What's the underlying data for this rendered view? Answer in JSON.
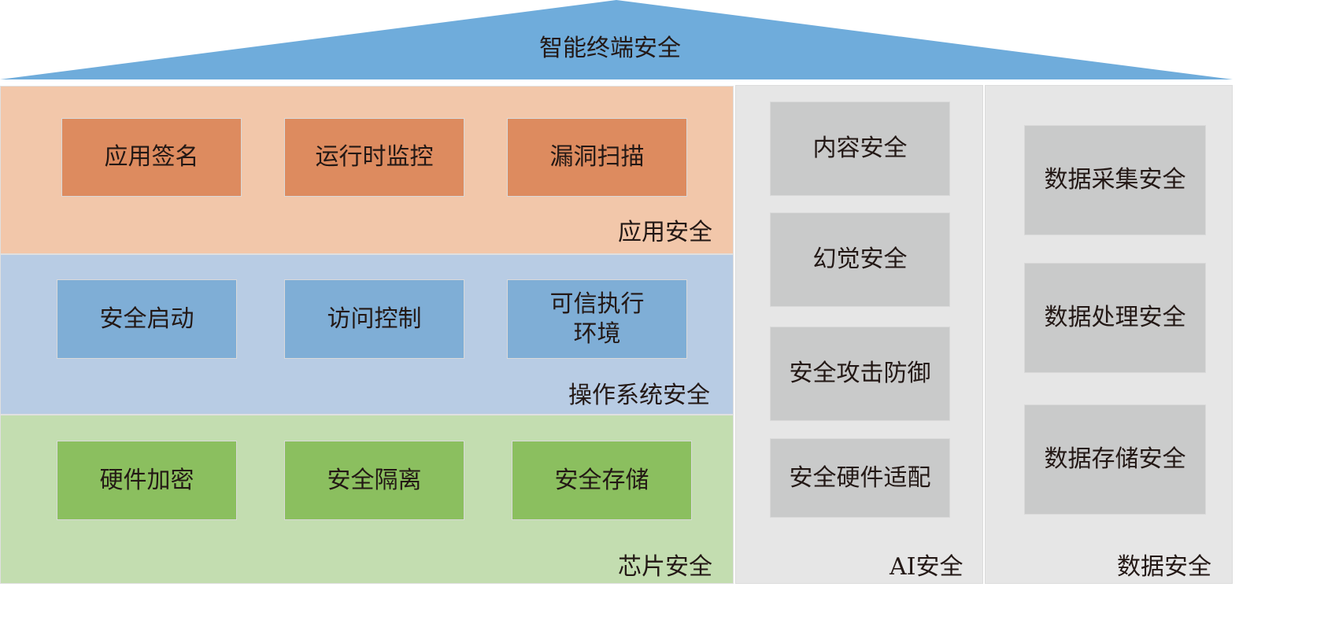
{
  "roof": {
    "title": "智能终端安全",
    "color": "#6FACDB"
  },
  "layers": [
    {
      "label": "应用安全",
      "color": "#F2C7AA",
      "box_color": "#DD8B5F",
      "items": [
        "应用签名",
        "运行时监控",
        "漏洞扫描"
      ]
    },
    {
      "label": "操作系统安全",
      "color": "#B8CCE4",
      "box_color": "#7FAED6",
      "items": [
        "安全启动",
        "访问控制",
        "可信执行\n环境"
      ]
    },
    {
      "label": "芯片安全",
      "color": "#C3DDB0",
      "box_color": "#8BBF5F",
      "items": [
        "硬件加密",
        "安全隔离",
        "安全存储"
      ]
    }
  ],
  "columns": [
    {
      "label": "AI安全",
      "items": [
        "内容安全",
        "幻觉安全",
        "安全攻击防御",
        "安全硬件适配"
      ]
    },
    {
      "label": "数据安全",
      "items": [
        "数据采集安全",
        "数据处理安全",
        "数据存储安全"
      ]
    }
  ]
}
